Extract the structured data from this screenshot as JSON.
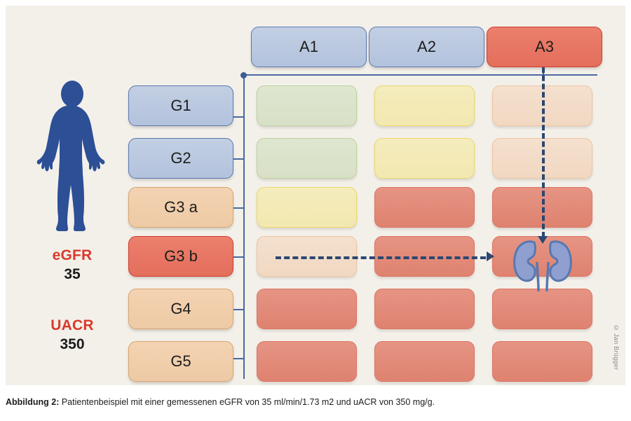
{
  "figure": {
    "credit": "© Jan Brügger",
    "caption_label": "Abbildung 2:",
    "caption_text": " Patientenbeispiel mit einer gemessenen eGFR von 35 ml/min/1.73 m2 und uACR von 350 mg/g."
  },
  "patient": {
    "silhouette_name": "human-body-silhouette",
    "measurements": [
      {
        "key": "eGFR",
        "value": "35"
      },
      {
        "key": "UACR",
        "value": "350"
      }
    ]
  },
  "columns": [
    {
      "id": "A1",
      "label": "A1",
      "highlighted": false
    },
    {
      "id": "A2",
      "label": "A2",
      "highlighted": false
    },
    {
      "id": "A3",
      "label": "A3",
      "highlighted": true
    }
  ],
  "rows": [
    {
      "id": "G1",
      "label": "G1",
      "highlighted": false,
      "tone": "blue"
    },
    {
      "id": "G2",
      "label": "G2",
      "highlighted": false,
      "tone": "blue"
    },
    {
      "id": "G3a",
      "label": "G3 a",
      "highlighted": false,
      "tone": "tan"
    },
    {
      "id": "G3b",
      "label": "G3 b",
      "highlighted": true,
      "tone": "red"
    },
    {
      "id": "G4",
      "label": "G4",
      "highlighted": false,
      "tone": "tan"
    },
    {
      "id": "G5",
      "label": "G5",
      "highlighted": false,
      "tone": "tan"
    }
  ],
  "grid": {
    "risk_matrix": [
      [
        "green",
        "yellow",
        "lorange"
      ],
      [
        "green",
        "yellow",
        "lorange"
      ],
      [
        "yellow",
        "red",
        "red"
      ],
      [
        "lorange",
        "red",
        "red"
      ],
      [
        "red",
        "red",
        "red"
      ],
      [
        "red",
        "red",
        "red"
      ]
    ]
  },
  "annotations": {
    "row_arrow": "horizontal-dashed-arrow-G3b",
    "col_arrow": "vertical-dashed-arrow-A3",
    "result_icon": "kidneys-icon"
  },
  "colors": {
    "panel_bg": "#f3f0ea",
    "accent_red": "#d9392b",
    "accent_blue": "#2c4770",
    "axis_blue": "#4a699e",
    "green": "#dde5cd",
    "yellow": "#f3e9b4",
    "light_orange": "#f2dbc7",
    "red": "#e28a79",
    "chip_blue": "#bcc9e1",
    "chip_tan": "#f0cfac",
    "chip_red": "#e87764"
  }
}
